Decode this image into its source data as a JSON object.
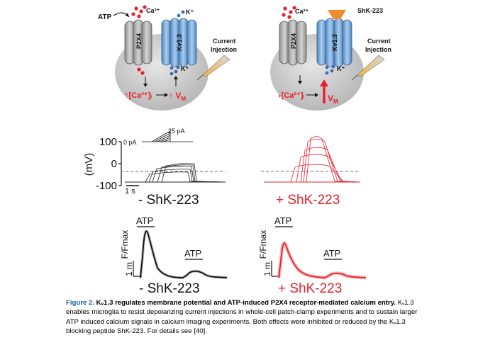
{
  "top_left": {
    "atp_label": "ATP",
    "ca_label": "Ca²⁺",
    "k_label_top": "K⁺",
    "k_label_inner": "K⁺",
    "channel1": "P2X4",
    "channel2": "Kv1.3",
    "injection_line1": "Current",
    "injection_line2": "Injection",
    "ca_in_text": "↑[Ca²⁺]ᵢ",
    "vm_text": "↑ V",
    "vm_sub": "M"
  },
  "top_right": {
    "ca_label": "Ca²⁺",
    "toxin_label": "ShK-223",
    "k_label_inner": "K⁺",
    "channel1": "P2X4",
    "channel2": "Kv1.3",
    "injection_line1": "Current",
    "injection_line2": "Injection",
    "ca_in_text": "[Ca²⁺]ᵢ",
    "vm_text": "V",
    "vm_sub": "M"
  },
  "ephys": {
    "y_axis_label": "(mV)",
    "tick_100": "100",
    "tick_0": "0",
    "tick_neg100": "-100",
    "stim_start": "0 pA",
    "stim_end": "25 pA",
    "time_scale": "1 s",
    "left_condition": "- ShK-223",
    "right_condition": "+ ShK-223"
  },
  "calcium": {
    "atp1": "ATP",
    "atp2": "ATP",
    "ylabel_left": "F/Fmax",
    "ylabel_right": "F/Fmax",
    "scale_left": "1 m",
    "scale_right": "1 m",
    "left_condition": "- ShK-223",
    "right_condition": "+ ShK-223"
  },
  "caption": {
    "label": "Figure 2.",
    "title": "Kᵥ1.3 regulates membrane potential and ATP-induced P2X4 receptor-mediated calcium entry.",
    "body": "Kᵥ1.3 enables microglia to resist depolarizing current injections in whole-cell patch-clamp experiments and to sustain larger ATP induced calcium signals in calcium imaging experiments. Both effects were inhibited or reduced by the Kᵥ1.3 blocking peptide ShK-223. For details see [40]."
  },
  "colors": {
    "accent_red": "#e8202a",
    "light_red": "#f4a0a0",
    "channel_blue": "#8ab6e0",
    "channel_gray": "#b8b8b8",
    "cell_gray": "#d7d7d7",
    "toxin_orange": "#f28a2e",
    "figure_label_blue": "#1a5fa8"
  }
}
